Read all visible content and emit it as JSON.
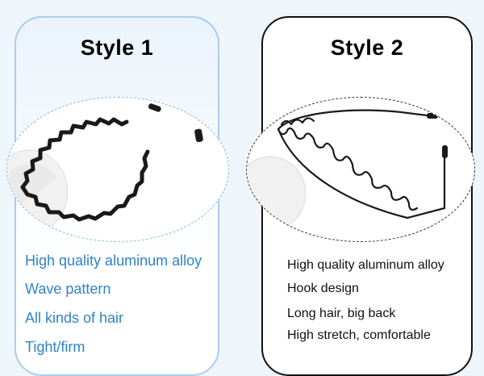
{
  "styles": [
    {
      "title": "Style 1",
      "features": [
        "High quality aluminum alloy",
        "Wave pattern",
        "All kinds of hair",
        "Tight/firm"
      ]
    },
    {
      "title": "Style 2",
      "features": [
        "High quality aluminum alloy",
        "Hook design",
        "Long hair, big back",
        "High stretch, comfortable"
      ]
    }
  ],
  "colors": {
    "style1_accent": "#2f84c8",
    "style1_border": "#a9cdee",
    "style2_border": "#111111",
    "headband": "#1a1a1a"
  }
}
